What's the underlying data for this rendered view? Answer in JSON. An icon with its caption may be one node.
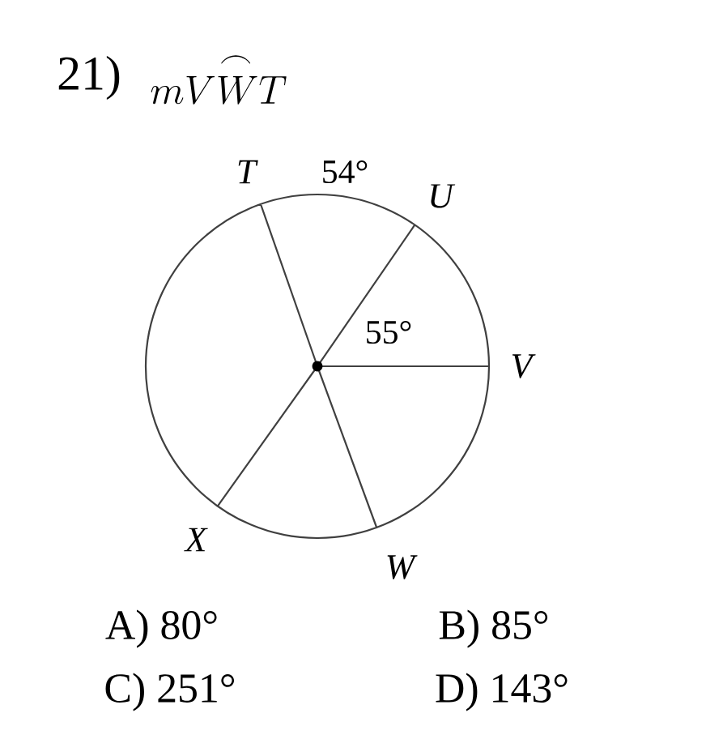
{
  "diagram": {
    "labels": [
      "21)",
      "m\\overset{\\frown}{VWT}",
      "T",
      "54°",
      "U",
      "55°",
      "V",
      "X",
      "W",
      "A) 80°",
      "B) 85°",
      "C) 251°",
      "D) 143°"
    ]
  }
}
